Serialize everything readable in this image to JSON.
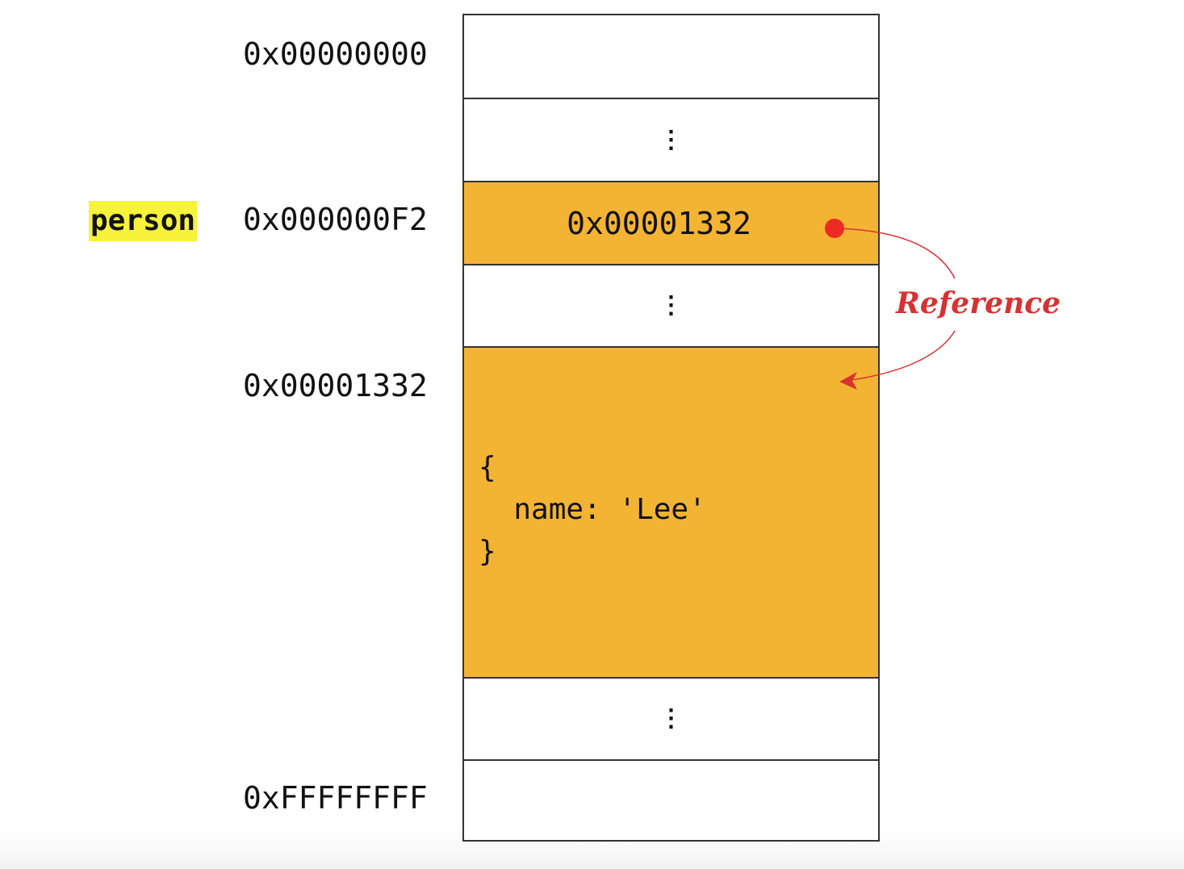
{
  "variable": {
    "name": "person"
  },
  "addresses": {
    "start": "0x00000000",
    "person_addr": "0x000000F2",
    "object_addr": "0x00001332",
    "end": "0xFFFFFFFF"
  },
  "cells": {
    "ellipsis": "⋮",
    "person_value": "0x00001332",
    "object_open": "{",
    "object_body": "  name: 'Lee'",
    "object_close": "}"
  },
  "reference": {
    "label": "Reference",
    "color": "#d73232"
  },
  "colors": {
    "filled_cell": "#f4b433",
    "variable_highlight": "#f7f23a"
  }
}
